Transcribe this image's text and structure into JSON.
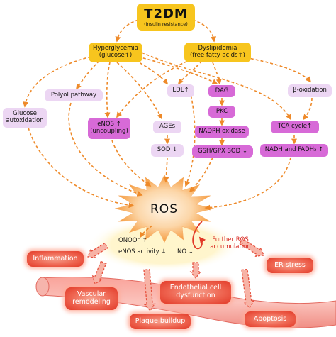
{
  "t2dm": {
    "title": "T2DM",
    "subtitle": "(insulin resistance)"
  },
  "hyperglycemia": {
    "line1": "Hyperglycemia",
    "line2": "(glucose↑)"
  },
  "dyslipidemia": {
    "line1": "Dyslipidemia",
    "line2": "(free fatty acids↑)"
  },
  "polyol": "Polyol pathway",
  "glucose_auto": {
    "line1": "Glucose",
    "line2": "autoxidation"
  },
  "enos_uncoupling": {
    "line1": "eNOS ↑",
    "line2": "(uncoupling)"
  },
  "ldl": "LDL↑",
  "ages": "AGEs",
  "sod": "SOD ↓",
  "dag": "DAG",
  "pkc": "PKC",
  "nadph_oxidase": "NADPH oxidase",
  "gsh_gpx_sod": "GSH/GPX SOD ↓",
  "beta_oxidation": "β-oxidation",
  "tca": "TCA cycle↑",
  "nadh_fadh2": "NADH and FADH₂ ↑",
  "ros": "ROS",
  "onoo": "ONOO⁻ ↑",
  "enos_activity": "eNOS activity ↓",
  "no": "NO ↓",
  "further_ros": {
    "line1": "Further ROS",
    "line2": "accumulation"
  },
  "inflammation": "Inflammation",
  "er_stress": "ER stress",
  "vascular": {
    "line1": "Vascular",
    "line2": "remodeling"
  },
  "endothelial": {
    "line1": "Endothelial cell",
    "line2": "dysfunction"
  },
  "plaque": "Plaque buildup",
  "apoptosis": "Apoptosis",
  "colors": {
    "arrow": "#ee8a2a",
    "t2dm_box": "#f7c51e",
    "pathway_box": "#ecd6f3",
    "key_box": "#d76ad7",
    "outcome_box": "#ee6450",
    "further_ros_text": "#d8251f",
    "ros_burst": "#f59a3c"
  }
}
